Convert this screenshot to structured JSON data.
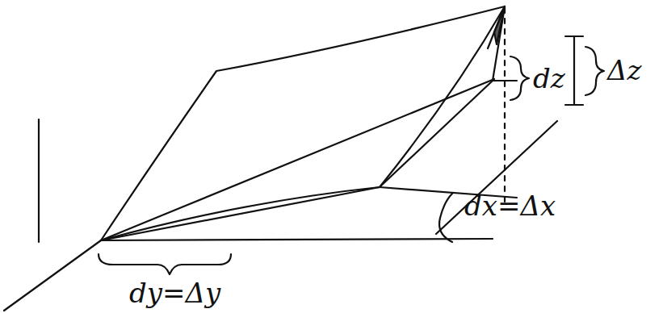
{
  "diagram": {
    "labels": [
      "dz",
      "Δz",
      "dx=Δx",
      "dy=Δy"
    ]
  }
}
